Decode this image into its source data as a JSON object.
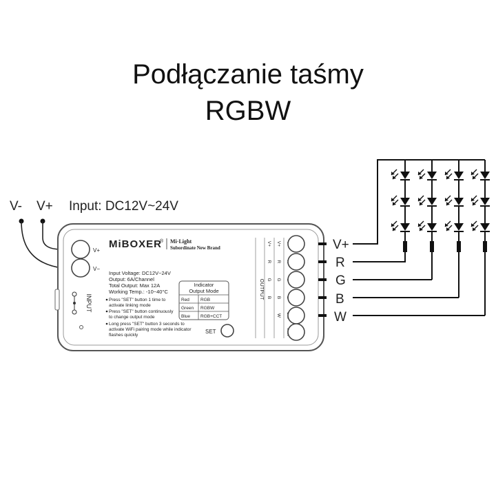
{
  "title": {
    "line1": "Podłączanie taśmy",
    "line2": "RGBW"
  },
  "input": {
    "v_minus": "V-",
    "v_plus": "V+",
    "label": "Input: DC12V~24V"
  },
  "device": {
    "brand": "MiBOXER",
    "brand_reg": "®",
    "subbrand_line1": "Mi·Light",
    "subbrand_line2": "Subordinate New Brand",
    "port_vplus": "V+",
    "port_vminus": "V−",
    "input_label": "INPUT",
    "specs": [
      "Input Voltage: DC12V~24V",
      "Output: 6A/Channel",
      "Total Output: Max 12A",
      "Working Temp.: -10~40°C"
    ],
    "notes": [
      [
        "Press \"SET\" button 1 time to",
        "activate linking mode"
      ],
      [
        "Press \"SET\" button continuously",
        "to change output mode"
      ],
      [
        "Long press \"SET\" button 3 seconds to",
        "activate WiFi pairing mode while indicator",
        "flashes quickly"
      ]
    ],
    "indicator_header": [
      "Indicator",
      "Output Mode"
    ],
    "indicator_rows": [
      {
        "color": "Red",
        "mode": "RGB"
      },
      {
        "color": "Green",
        "mode": "RGBW"
      },
      {
        "color": "Blue",
        "mode": "RGB+CCT"
      }
    ],
    "set_label": "SET",
    "output_label": "OUTPUT",
    "output_columns": [
      [
        "V+",
        "R",
        "G",
        "B",
        "",
        ""
      ],
      [
        "V+",
        "R",
        "G",
        "B",
        "W",
        ""
      ],
      [
        "V+",
        "R",
        "G",
        "B",
        "CW",
        "WW"
      ]
    ]
  },
  "outputs": [
    "V+",
    "R",
    "G",
    "B",
    "W"
  ]
}
